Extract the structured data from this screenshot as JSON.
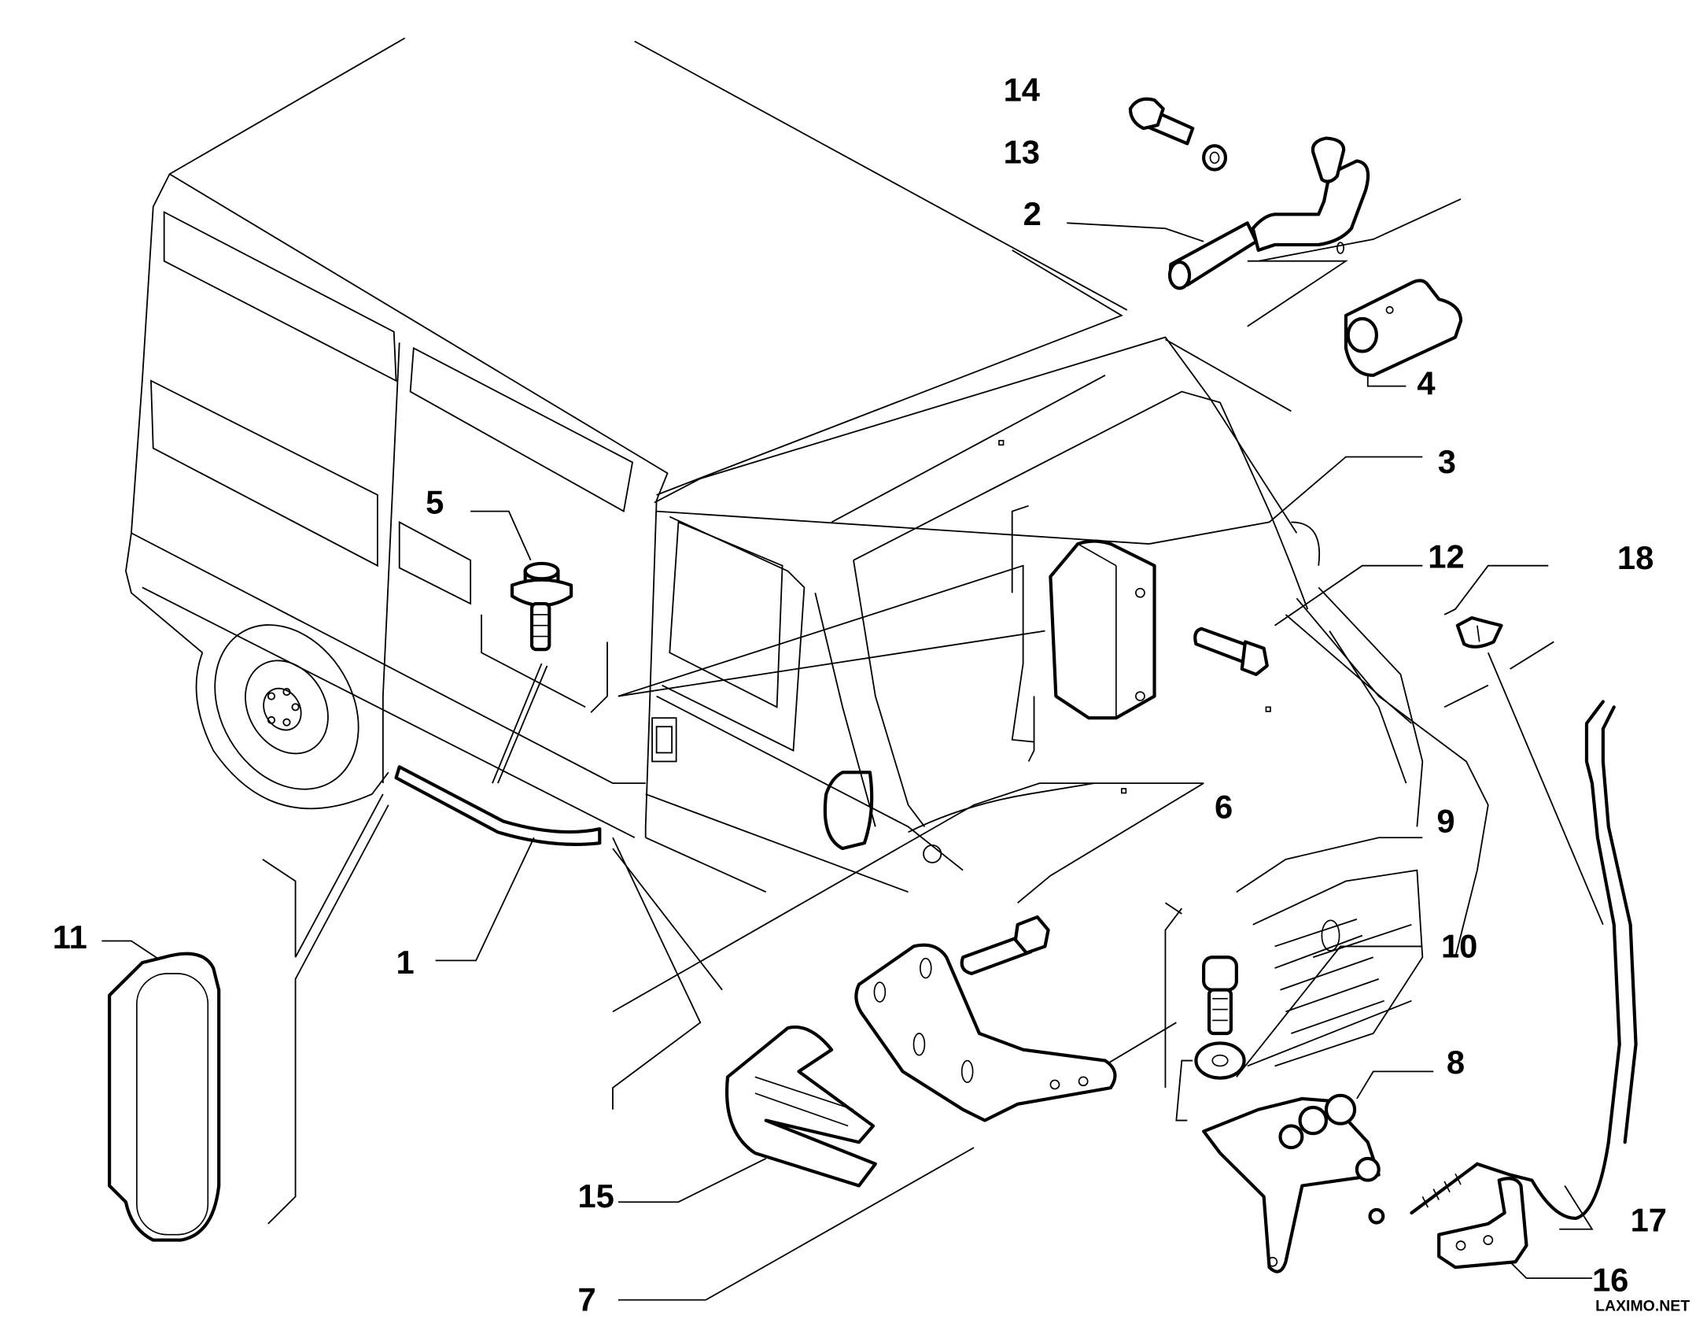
{
  "diagram": {
    "type": "exploded-parts-diagram",
    "subject": "van side sliding door hardware",
    "callouts": [
      {
        "id": "1",
        "label": "1",
        "part": "door-seal-strip"
      },
      {
        "id": "2",
        "label": "2",
        "part": "hinge-handle-arm"
      },
      {
        "id": "3",
        "label": "3",
        "part": "door-stop-block"
      },
      {
        "id": "4",
        "label": "4",
        "part": "bushing-sleeve"
      },
      {
        "id": "5",
        "label": "5",
        "part": "striker-pin"
      },
      {
        "id": "6",
        "label": "6",
        "part": "bolt"
      },
      {
        "id": "7",
        "label": "7",
        "part": "bracket"
      },
      {
        "id": "8",
        "label": "8",
        "part": "roller-carriage"
      },
      {
        "id": "9",
        "label": "9",
        "part": "socket-head-screw"
      },
      {
        "id": "10",
        "label": "10",
        "part": "washer"
      },
      {
        "id": "11",
        "label": "11",
        "part": "cover-cap"
      },
      {
        "id": "12",
        "label": "12",
        "part": "bolt"
      },
      {
        "id": "13",
        "label": "13",
        "part": "washer"
      },
      {
        "id": "14",
        "label": "14",
        "part": "bolt"
      },
      {
        "id": "15",
        "label": "15",
        "part": "spacer-plate"
      },
      {
        "id": "16",
        "label": "16",
        "part": "cable-bracket"
      },
      {
        "id": "17",
        "label": "17",
        "part": "control-cable"
      },
      {
        "id": "18",
        "label": "18",
        "part": "clip"
      }
    ],
    "watermark": "LAXIMO.NET"
  }
}
